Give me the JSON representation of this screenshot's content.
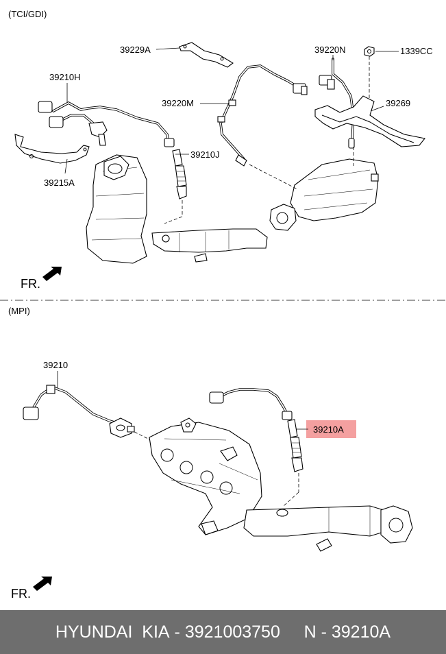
{
  "sections": {
    "top": "(TCI/GDI)",
    "bottom": "(MPI)"
  },
  "front_label": "FR.",
  "callouts": {
    "p39229A": "39229A",
    "p39220N": "39220N",
    "p1339CC": "1339CC",
    "p39210H": "39210H",
    "p39220M": "39220M",
    "p39269": "39269",
    "p39210J": "39210J",
    "p39215A": "39215A",
    "p39210": "39210",
    "p39210A": "39210A"
  },
  "highlight_color": "#f4a0a0",
  "footer": {
    "brand": "HYUNDAI  KIA",
    "sep1": " - ",
    "part_number": "3921003750",
    "sep2": "     N - ",
    "ref": "39210A"
  }
}
